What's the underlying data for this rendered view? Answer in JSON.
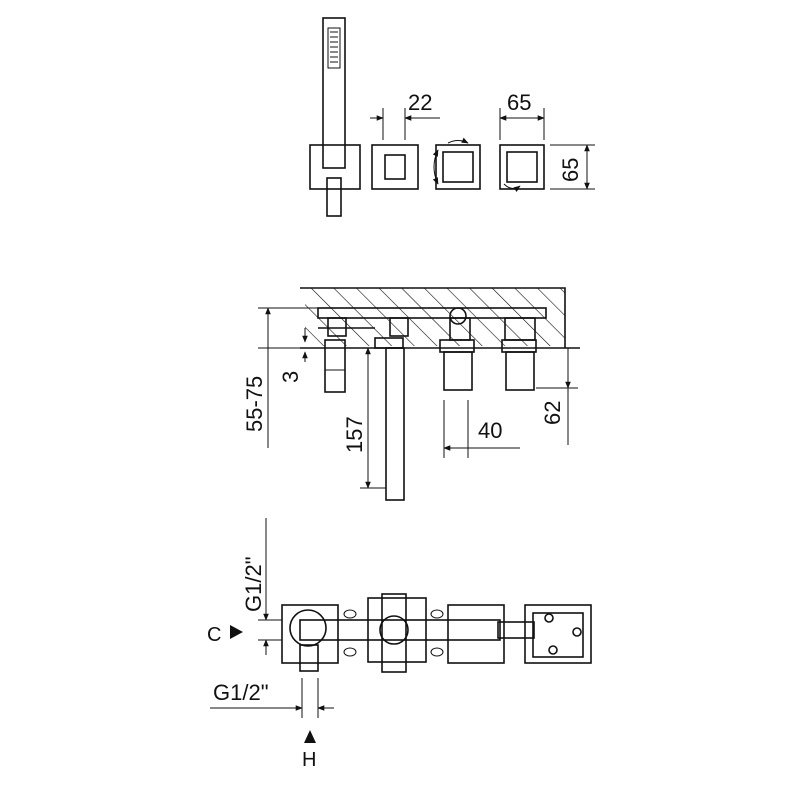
{
  "top_view": {
    "width_small": "22",
    "width_plate": "65",
    "height_plate": "65"
  },
  "side_view": {
    "depth_range": "55-75",
    "gap": "3",
    "spout_length": "157",
    "offset": "40",
    "handle_height": "62"
  },
  "rear_view": {
    "thread_vertical": "G1/2\"",
    "thread_horizontal": "G1/2\"",
    "inlet_c": "C",
    "inlet_h": "H"
  }
}
